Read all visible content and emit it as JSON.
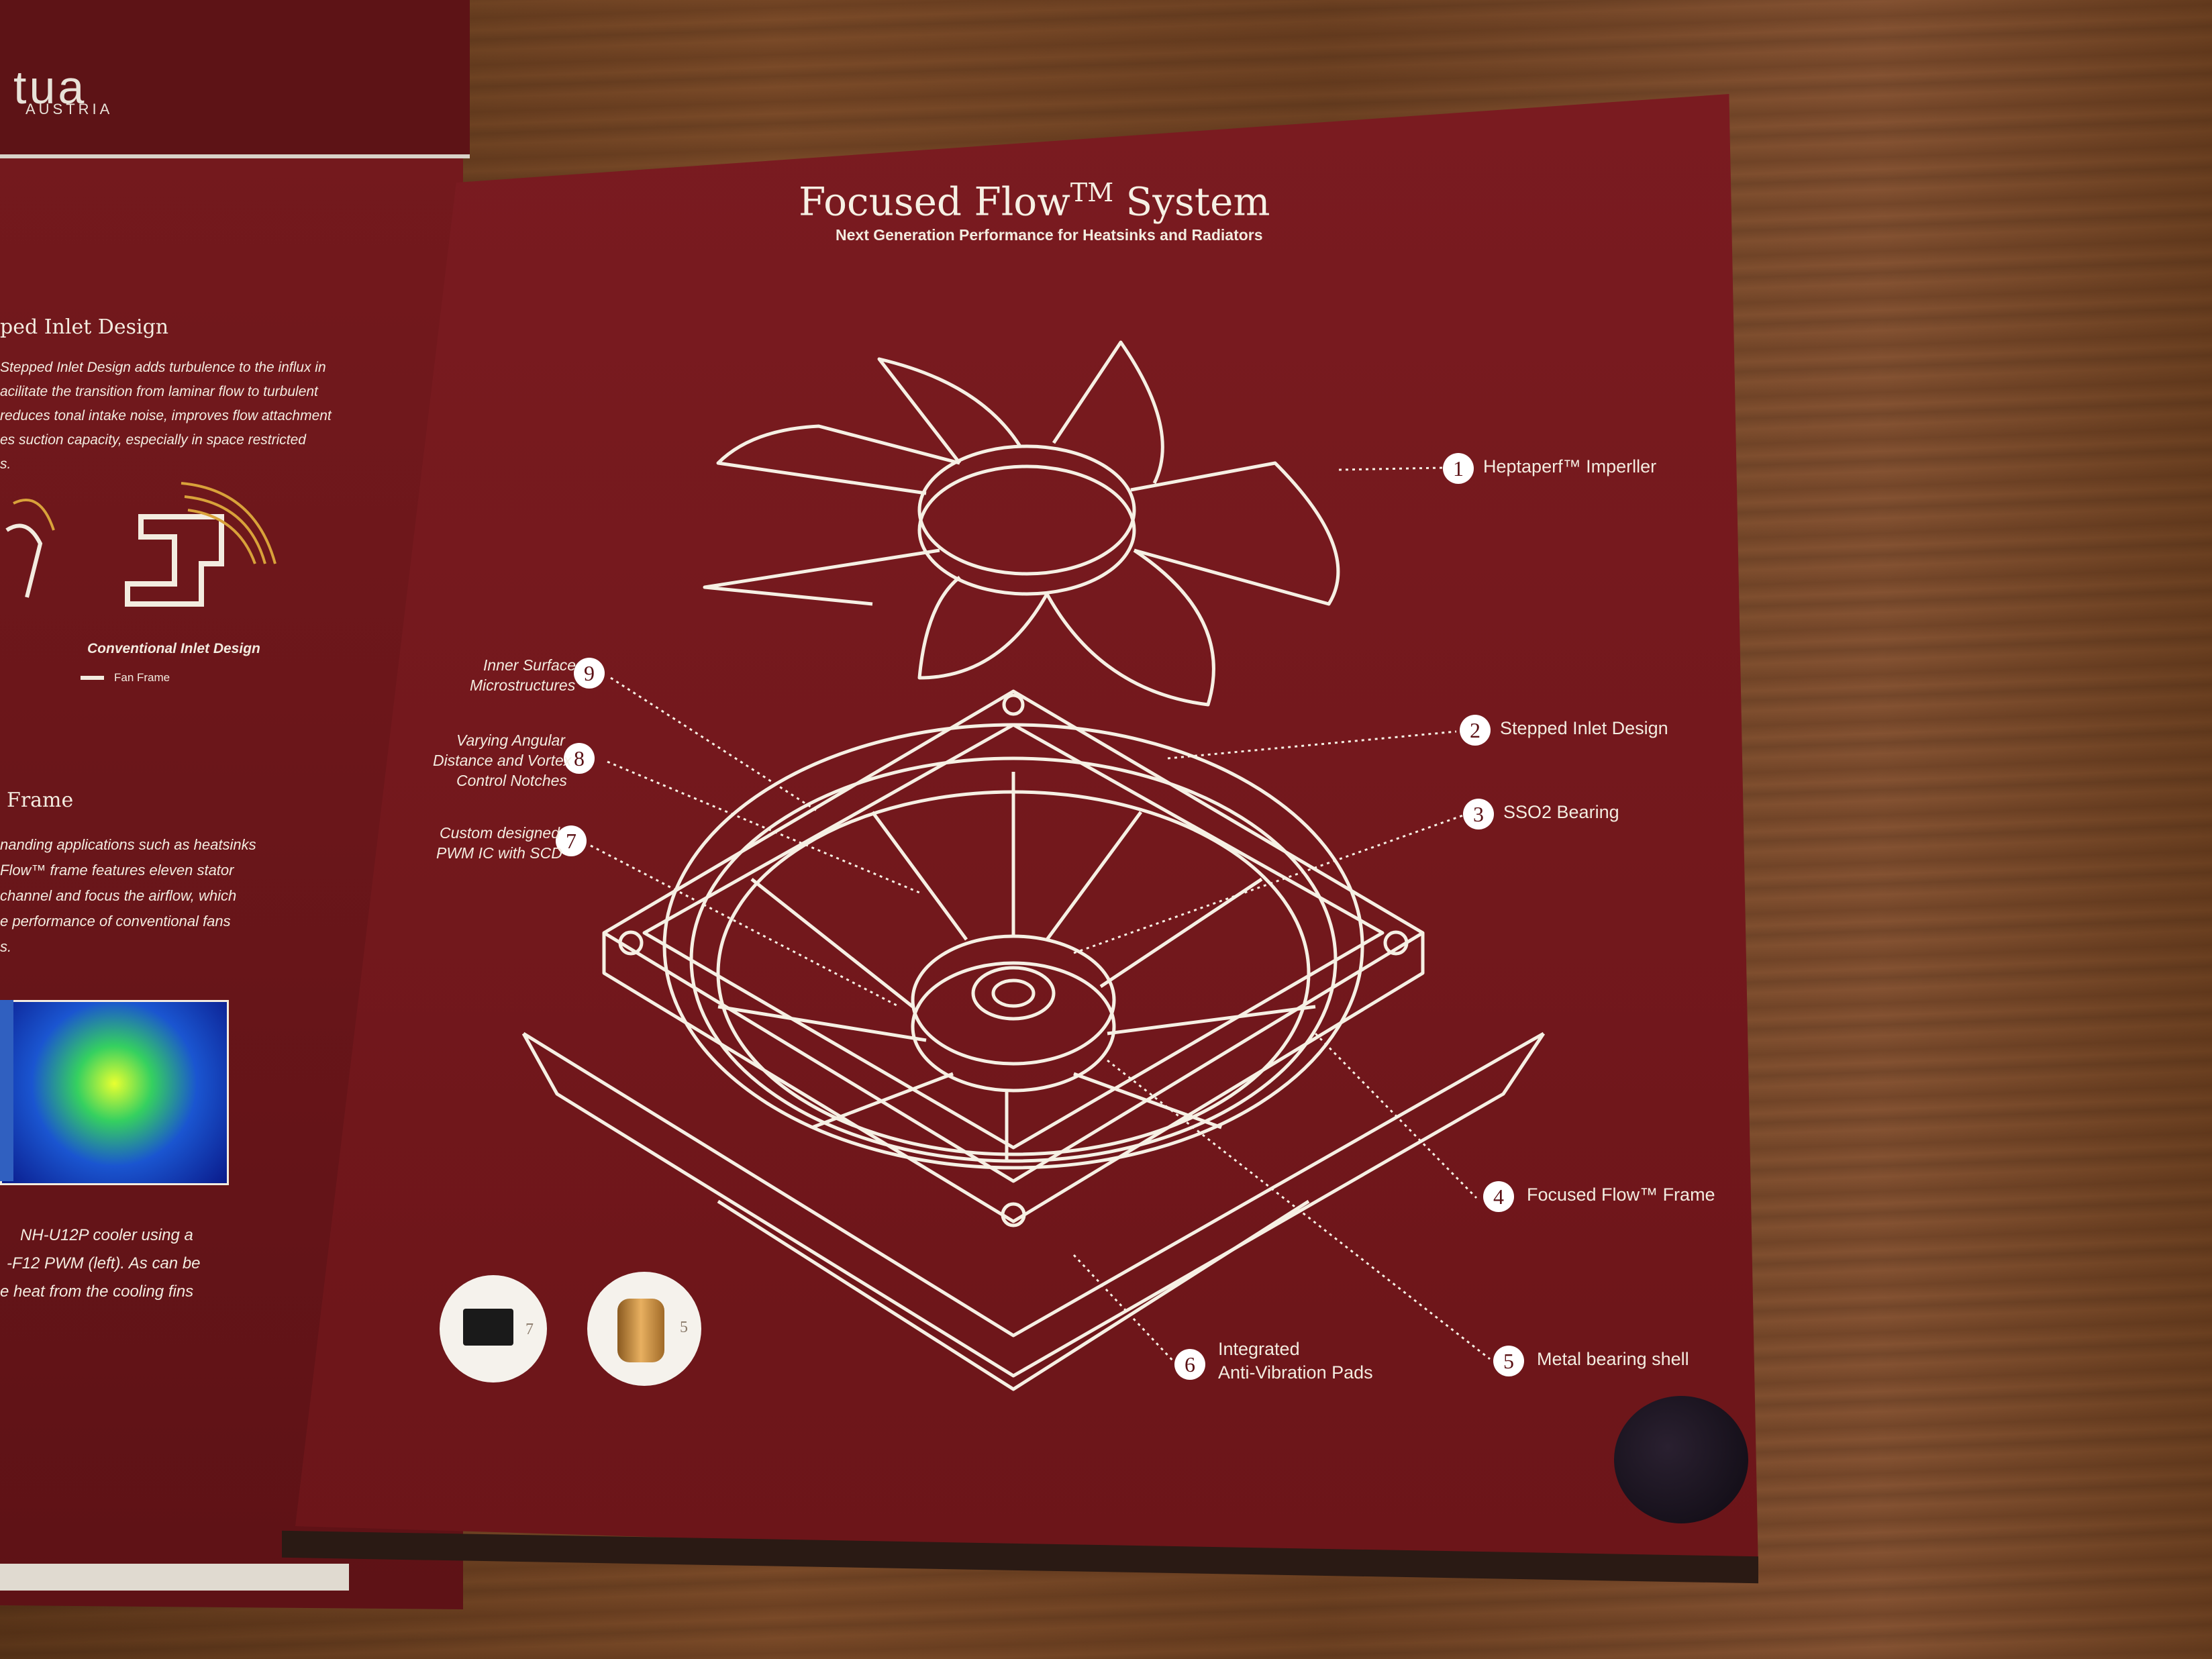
{
  "brochure": {
    "title": "Focused Flow",
    "title_tm": "TM",
    "title_end": " System",
    "subtitle": "Next Generation Performance for Heatsinks and Radiators",
    "callouts": [
      {
        "n": "1",
        "label": "Heptaperf™ Imperller"
      },
      {
        "n": "2",
        "label": "Stepped Inlet Design"
      },
      {
        "n": "3",
        "label": "SSO2 Bearing"
      },
      {
        "n": "4",
        "label": "Focused Flow™ Frame"
      },
      {
        "n": "5",
        "label": "Metal bearing shell"
      },
      {
        "n": "6",
        "label_line1": "Integrated",
        "label_line2": "Anti-Vibration Pads"
      },
      {
        "n": "7",
        "label_line1": "Custom designed",
        "label_line2": "PWM IC with SCD"
      },
      {
        "n": "8",
        "label_line1": "Varying Angular",
        "label_line2": "Distance and Vortex",
        "label_line3": "Control Notches"
      },
      {
        "n": "9",
        "label_line1": "Inner Surface",
        "label_line2": "Microstructures"
      }
    ],
    "photo_labels": [
      "7",
      "5"
    ]
  },
  "left_page": {
    "brand_fragment": "tua",
    "brand_sub": "AUSTRIA",
    "heading1": "ped Inlet Design",
    "para1": [
      "Stepped Inlet Design adds turbulence to the influx in",
      "acilitate the transition from laminar flow to turbulent",
      "reduces tonal intake noise, improves flow attachment",
      "es suction capacity, especially in space restricted",
      "s."
    ],
    "conv_label": "Conventional Inlet Design",
    "legend_label": "Fan Frame",
    "heading2": "Frame",
    "para2": [
      "nanding applications such as heatsinks",
      "Flow™ frame features eleven stator",
      "channel and focus the airflow, which",
      "e performance of conventional fans",
      "s."
    ],
    "para3": [
      "NH-U12P cooler using a",
      "-F12 PWM (left). As can be",
      "e heat from the cooling fins"
    ]
  }
}
